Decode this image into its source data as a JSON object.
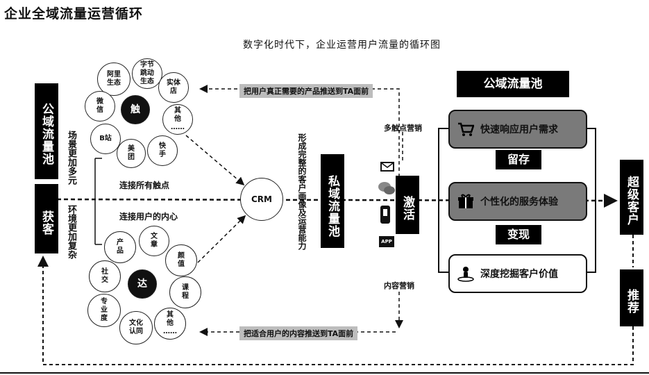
{
  "title": "企业全域流量运营循环",
  "subtitle": "数字化时代下，企业运营用户流量的循环图",
  "left_column": {
    "public_pool": "公域流量池",
    "acquire": "获客",
    "scene_text": "场景更加多元",
    "env_text": "环境更加复杂"
  },
  "top_cluster": {
    "center": "触",
    "items": [
      "阿里\n生态",
      "字节\n跳动\n生态",
      "实体\n店",
      "微\n信",
      "其\n他\n……",
      "B站",
      "美\n团",
      "快\n手"
    ],
    "caption": "连接所有触点"
  },
  "bottom_cluster": {
    "center": "达",
    "items": [
      "产\n品",
      "文\n章",
      "颜\n值",
      "社\n交",
      "课\n程",
      "专\n业\n度",
      "文化\n认同",
      "其\n他\n……"
    ],
    "caption": "连接用户的内心"
  },
  "crm": "CRM",
  "profile_text": "形成完整的客户画像及运营能力",
  "private_pool": "私域流量池",
  "top_arrow_tag": "把用户真正需要的产品推送到TA面前",
  "bottom_arrow_tag": "把适合用户的内容推送到TA面前",
  "multi_touch": "多触点营销",
  "content_marketing": "内容营销",
  "activate": "激活",
  "channel_icons": [
    "mail-icon",
    "chat-icon",
    "phone-icon",
    "app-icon"
  ],
  "app_badge": "APP",
  "right_panel": {
    "header": "公域流量池",
    "step1": "快速响应用户需求",
    "connector1": "留存",
    "step2": "个性化的服务体验",
    "connector2": "变现",
    "step3": "深度挖掘客户价值"
  },
  "super_customer": "超级客户",
  "recommend": "推荐",
  "colors": {
    "box_fill": "#7a7a7a",
    "tag_fill": "#bdbdbd",
    "dark": "#000000"
  }
}
